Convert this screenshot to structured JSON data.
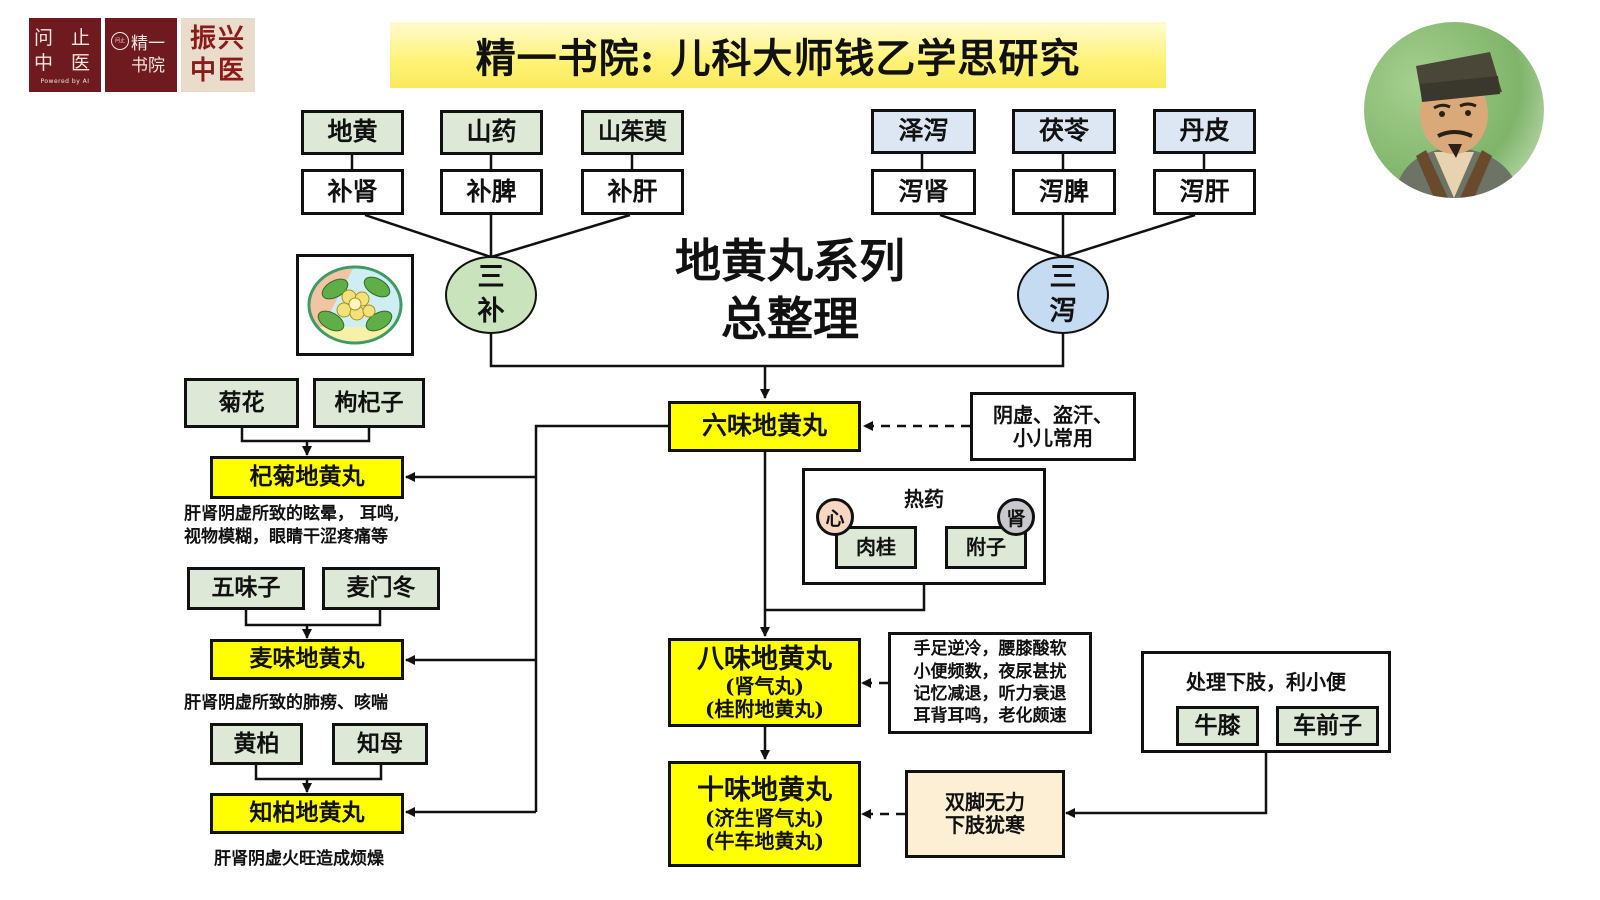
{
  "logos": {
    "wenzhi": {
      "line1": "问 止",
      "line2": "中 医",
      "tagline": "Powered by AI"
    },
    "jingyi": {
      "seal": "问止",
      "line1": "精一",
      "line2": "书院"
    },
    "zhenxing": {
      "line1": "振兴",
      "line2": "中医"
    }
  },
  "header": {
    "title": "精一书院: 儿科大师钱乙学思研究"
  },
  "center_title": {
    "line1": "地黄丸系列",
    "line2": "总整理"
  },
  "portrait": {
    "icon": "scholar-portrait-icon"
  },
  "three_tonify": {
    "label_top": "三",
    "label_bottom": "补",
    "herbs": [
      {
        "herb": "地黄",
        "effect": "补肾"
      },
      {
        "herb": "山药",
        "effect": "补脾"
      },
      {
        "herb": "山茱萸",
        "effect": "补肝"
      }
    ]
  },
  "three_drain": {
    "label_top": "三",
    "label_bottom": "泻",
    "herbs": [
      {
        "herb": "泽泻",
        "effect": "泻肾"
      },
      {
        "herb": "茯苓",
        "effect": "泻脾"
      },
      {
        "herb": "丹皮",
        "effect": "泻肝"
      }
    ]
  },
  "flower": {
    "icon": "flower-illustration-icon"
  },
  "main_chain": {
    "liuwei": {
      "name": "六味地黄丸",
      "note_line1": "阴虚、盗汗、",
      "note_line2": "小儿常用"
    },
    "hot_herbs": {
      "title": "热药",
      "items": [
        {
          "herb": "肉桂",
          "organ": "心"
        },
        {
          "herb": "附子",
          "organ": "肾"
        }
      ]
    },
    "bawei": {
      "name": "八味地黄丸",
      "alias1": "(肾气丸)",
      "alias2": "(桂附地黄丸)",
      "symptoms": [
        "手足逆冷，腰膝酸软",
        "小便频数，夜尿甚扰",
        "记忆减退，听力衰退",
        "耳背耳鸣，老化颇速"
      ]
    },
    "shiwei": {
      "name": "十味地黄丸",
      "alias1": "(济生肾气丸)",
      "alias2": "(牛车地黄丸)",
      "note_line1": "双脚无力",
      "note_line2": "下肢犹寒"
    },
    "lower_limb": {
      "title": "处理下肢，利小便",
      "herbs": [
        "牛膝",
        "车前子"
      ]
    }
  },
  "variants": [
    {
      "herbs": [
        "菊花",
        "枸杞子"
      ],
      "name": "杞菊地黄丸",
      "desc_line1": "肝肾阴虚所致的眩晕， 耳鸣,",
      "desc_line2": "视物模糊，眼睛干涩疼痛等"
    },
    {
      "herbs": [
        "五味子",
        "麦门冬"
      ],
      "name": "麦味地黄丸",
      "desc_line1": "肝肾阴虚所致的肺痨、咳喘"
    },
    {
      "herbs": [
        "黄柏",
        "知母"
      ],
      "name": "知柏地黄丸",
      "desc_line1": "肝肾阴虚火旺造成烦燥"
    }
  ],
  "colors": {
    "formula_yellow": "#ffff00",
    "herb_green": "#dde9d6",
    "herb_blue": "#dce7f3",
    "tonify_ellipse": "#c9e3bd",
    "drain_ellipse": "#c4dbf1",
    "note_cream": "#fdefd3",
    "logo_maroon": "#6e1a1e"
  }
}
